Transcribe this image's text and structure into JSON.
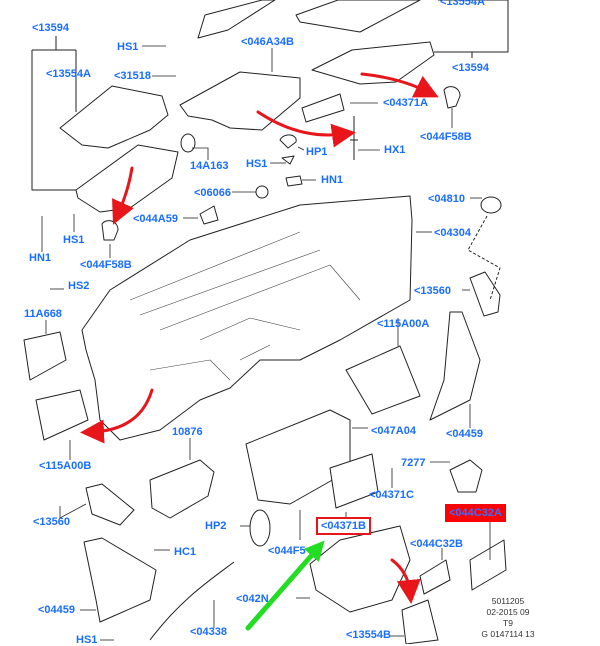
{
  "diagram": {
    "title": "Instrument panel exploded parts diagram",
    "colors": {
      "label": "#1a6eff",
      "arrow": "#e8151b",
      "highlight_box": "#e8151b",
      "highlight_fill": "#ff0000",
      "pointer_arrow": "#22dd22",
      "line": "#222222"
    },
    "labels": [
      {
        "id": "l13594a",
        "text": "<13594"
      },
      {
        "id": "l13554a1",
        "text": "<13554A"
      },
      {
        "id": "lhs1a",
        "text": "HS1"
      },
      {
        "id": "l31518",
        "text": "<31518"
      },
      {
        "id": "l046a34b",
        "text": "<046A34B"
      },
      {
        "id": "l13554a2",
        "text": "<13554A"
      },
      {
        "id": "l04371a",
        "text": "<04371A"
      },
      {
        "id": "l13594b",
        "text": "<13594"
      },
      {
        "id": "l044f58b1",
        "text": "<044F58B"
      },
      {
        "id": "lhx1",
        "text": "HX1"
      },
      {
        "id": "l14a163",
        "text": "14A163"
      },
      {
        "id": "lhp1",
        "text": "HP1"
      },
      {
        "id": "lhs1b",
        "text": "HS1"
      },
      {
        "id": "lhn1a",
        "text": "HN1"
      },
      {
        "id": "l06066",
        "text": "<06066"
      },
      {
        "id": "l044a59",
        "text": "<044A59"
      },
      {
        "id": "l04810",
        "text": "<04810"
      },
      {
        "id": "l04304",
        "text": "<04304"
      },
      {
        "id": "lhs1c",
        "text": "HS1"
      },
      {
        "id": "lhn1b",
        "text": "HN1"
      },
      {
        "id": "l044f58b2",
        "text": "<044F58B"
      },
      {
        "id": "lhs2",
        "text": "HS2"
      },
      {
        "id": "l13560a",
        "text": "<13560"
      },
      {
        "id": "l11a668",
        "text": "11A668"
      },
      {
        "id": "l115a00a",
        "text": "<115A00A"
      },
      {
        "id": "l047a04",
        "text": "<047A04"
      },
      {
        "id": "l04459a",
        "text": "<04459"
      },
      {
        "id": "l10876",
        "text": "10876"
      },
      {
        "id": "l115a00b",
        "text": "<115A00B"
      },
      {
        "id": "l7277",
        "text": "7277"
      },
      {
        "id": "l04371c",
        "text": "<04371C"
      },
      {
        "id": "l13560b",
        "text": "<13560"
      },
      {
        "id": "lhp2",
        "text": "HP2"
      },
      {
        "id": "l04371b",
        "text": "<04371B"
      },
      {
        "id": "l044c32a",
        "text": "<044C32A"
      },
      {
        "id": "l044f5x",
        "text": "<044F5"
      },
      {
        "id": "l044c32b",
        "text": "<044C32B"
      },
      {
        "id": "lhc1",
        "text": "HC1"
      },
      {
        "id": "l042n",
        "text": "<042N"
      },
      {
        "id": "l04459b",
        "text": "<04459"
      },
      {
        "id": "l04338",
        "text": "<04338"
      },
      {
        "id": "l13554b",
        "text": "<13554B"
      },
      {
        "id": "lhs1d",
        "text": "HS1"
      }
    ],
    "footer": {
      "line1": "5011205",
      "line2": "02-2015 09",
      "line3": "T9",
      "line4": "G 0147114 13"
    }
  }
}
